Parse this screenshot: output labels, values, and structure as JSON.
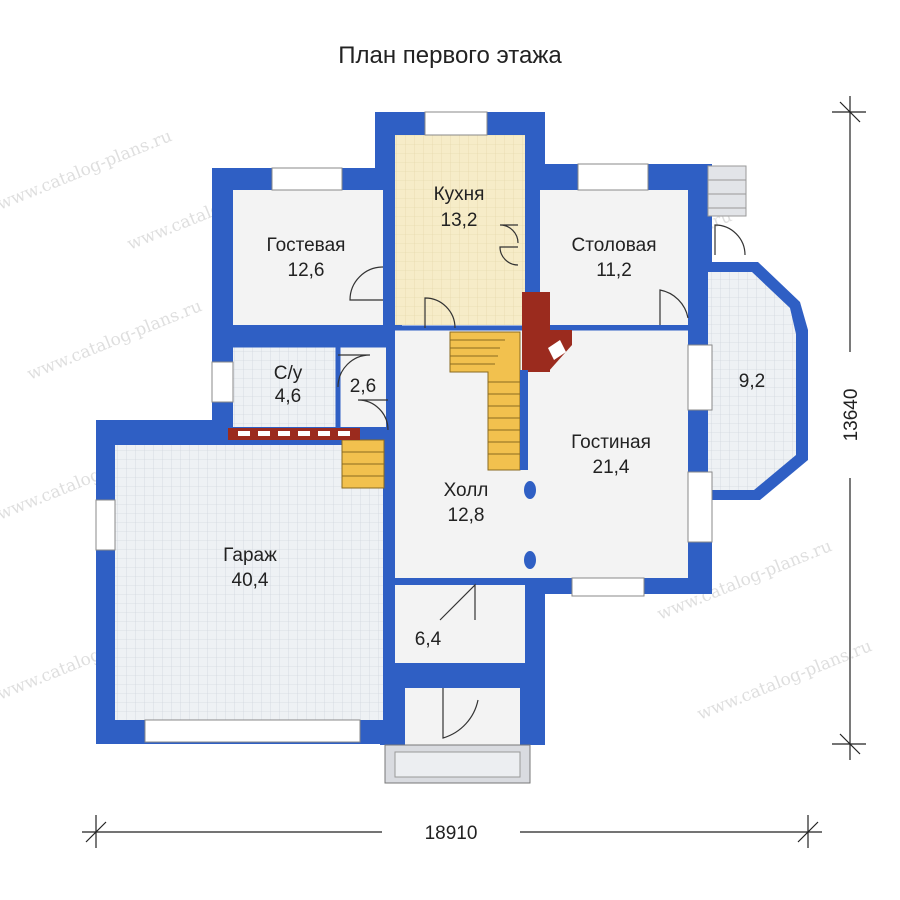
{
  "title": "План первого этажа",
  "dimensions": {
    "width": "18910",
    "height": "13640"
  },
  "rooms": [
    {
      "id": "kitchen",
      "name": "Кухня",
      "area": "13,2"
    },
    {
      "id": "guest",
      "name": "Гостевая",
      "area": "12,6"
    },
    {
      "id": "dining",
      "name": "Столовая",
      "area": "11,2"
    },
    {
      "id": "bath",
      "name": "С/у",
      "area": "4,6"
    },
    {
      "id": "closet",
      "name": "",
      "area": "2,6"
    },
    {
      "id": "bay",
      "name": "",
      "area": "9,2"
    },
    {
      "id": "living",
      "name": "Гостиная",
      "area": "21,4"
    },
    {
      "id": "hall",
      "name": "Холл",
      "area": "12,8"
    },
    {
      "id": "garage",
      "name": "Гараж",
      "area": "40,4"
    },
    {
      "id": "vestibule",
      "name": "",
      "area": "6,4"
    }
  ],
  "watermark": "www.catalog-plans.ru",
  "colors": {
    "wall": "#2f5fc4",
    "kitchen_floor": "#f6ecc8",
    "tile_floor": "#eef0f3",
    "floor": "#f3f3f3",
    "stair": "#f2c14e",
    "chimney": "#9b2b1e"
  }
}
